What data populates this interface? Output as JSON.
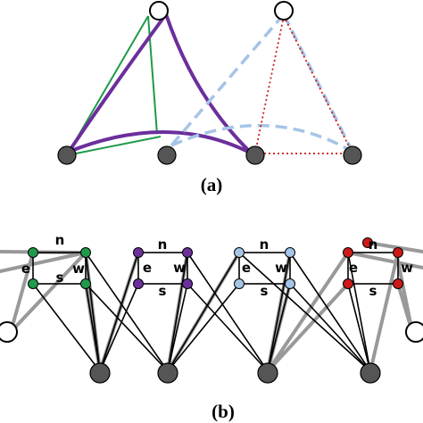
{
  "panels": [
    {
      "id": "a",
      "label": "(a)"
    },
    {
      "id": "b",
      "label": "(b)"
    }
  ],
  "module_labels": {
    "north": "n",
    "south": "s",
    "east": "e",
    "west": "w"
  },
  "colors": {
    "green": "#1f9a4a",
    "purple": "#6b2f9c",
    "light_blue": "#a6c4e6",
    "red": "#cc1a1a",
    "gray": "#999999",
    "dark_node": "#555555",
    "black": "#000000"
  }
}
